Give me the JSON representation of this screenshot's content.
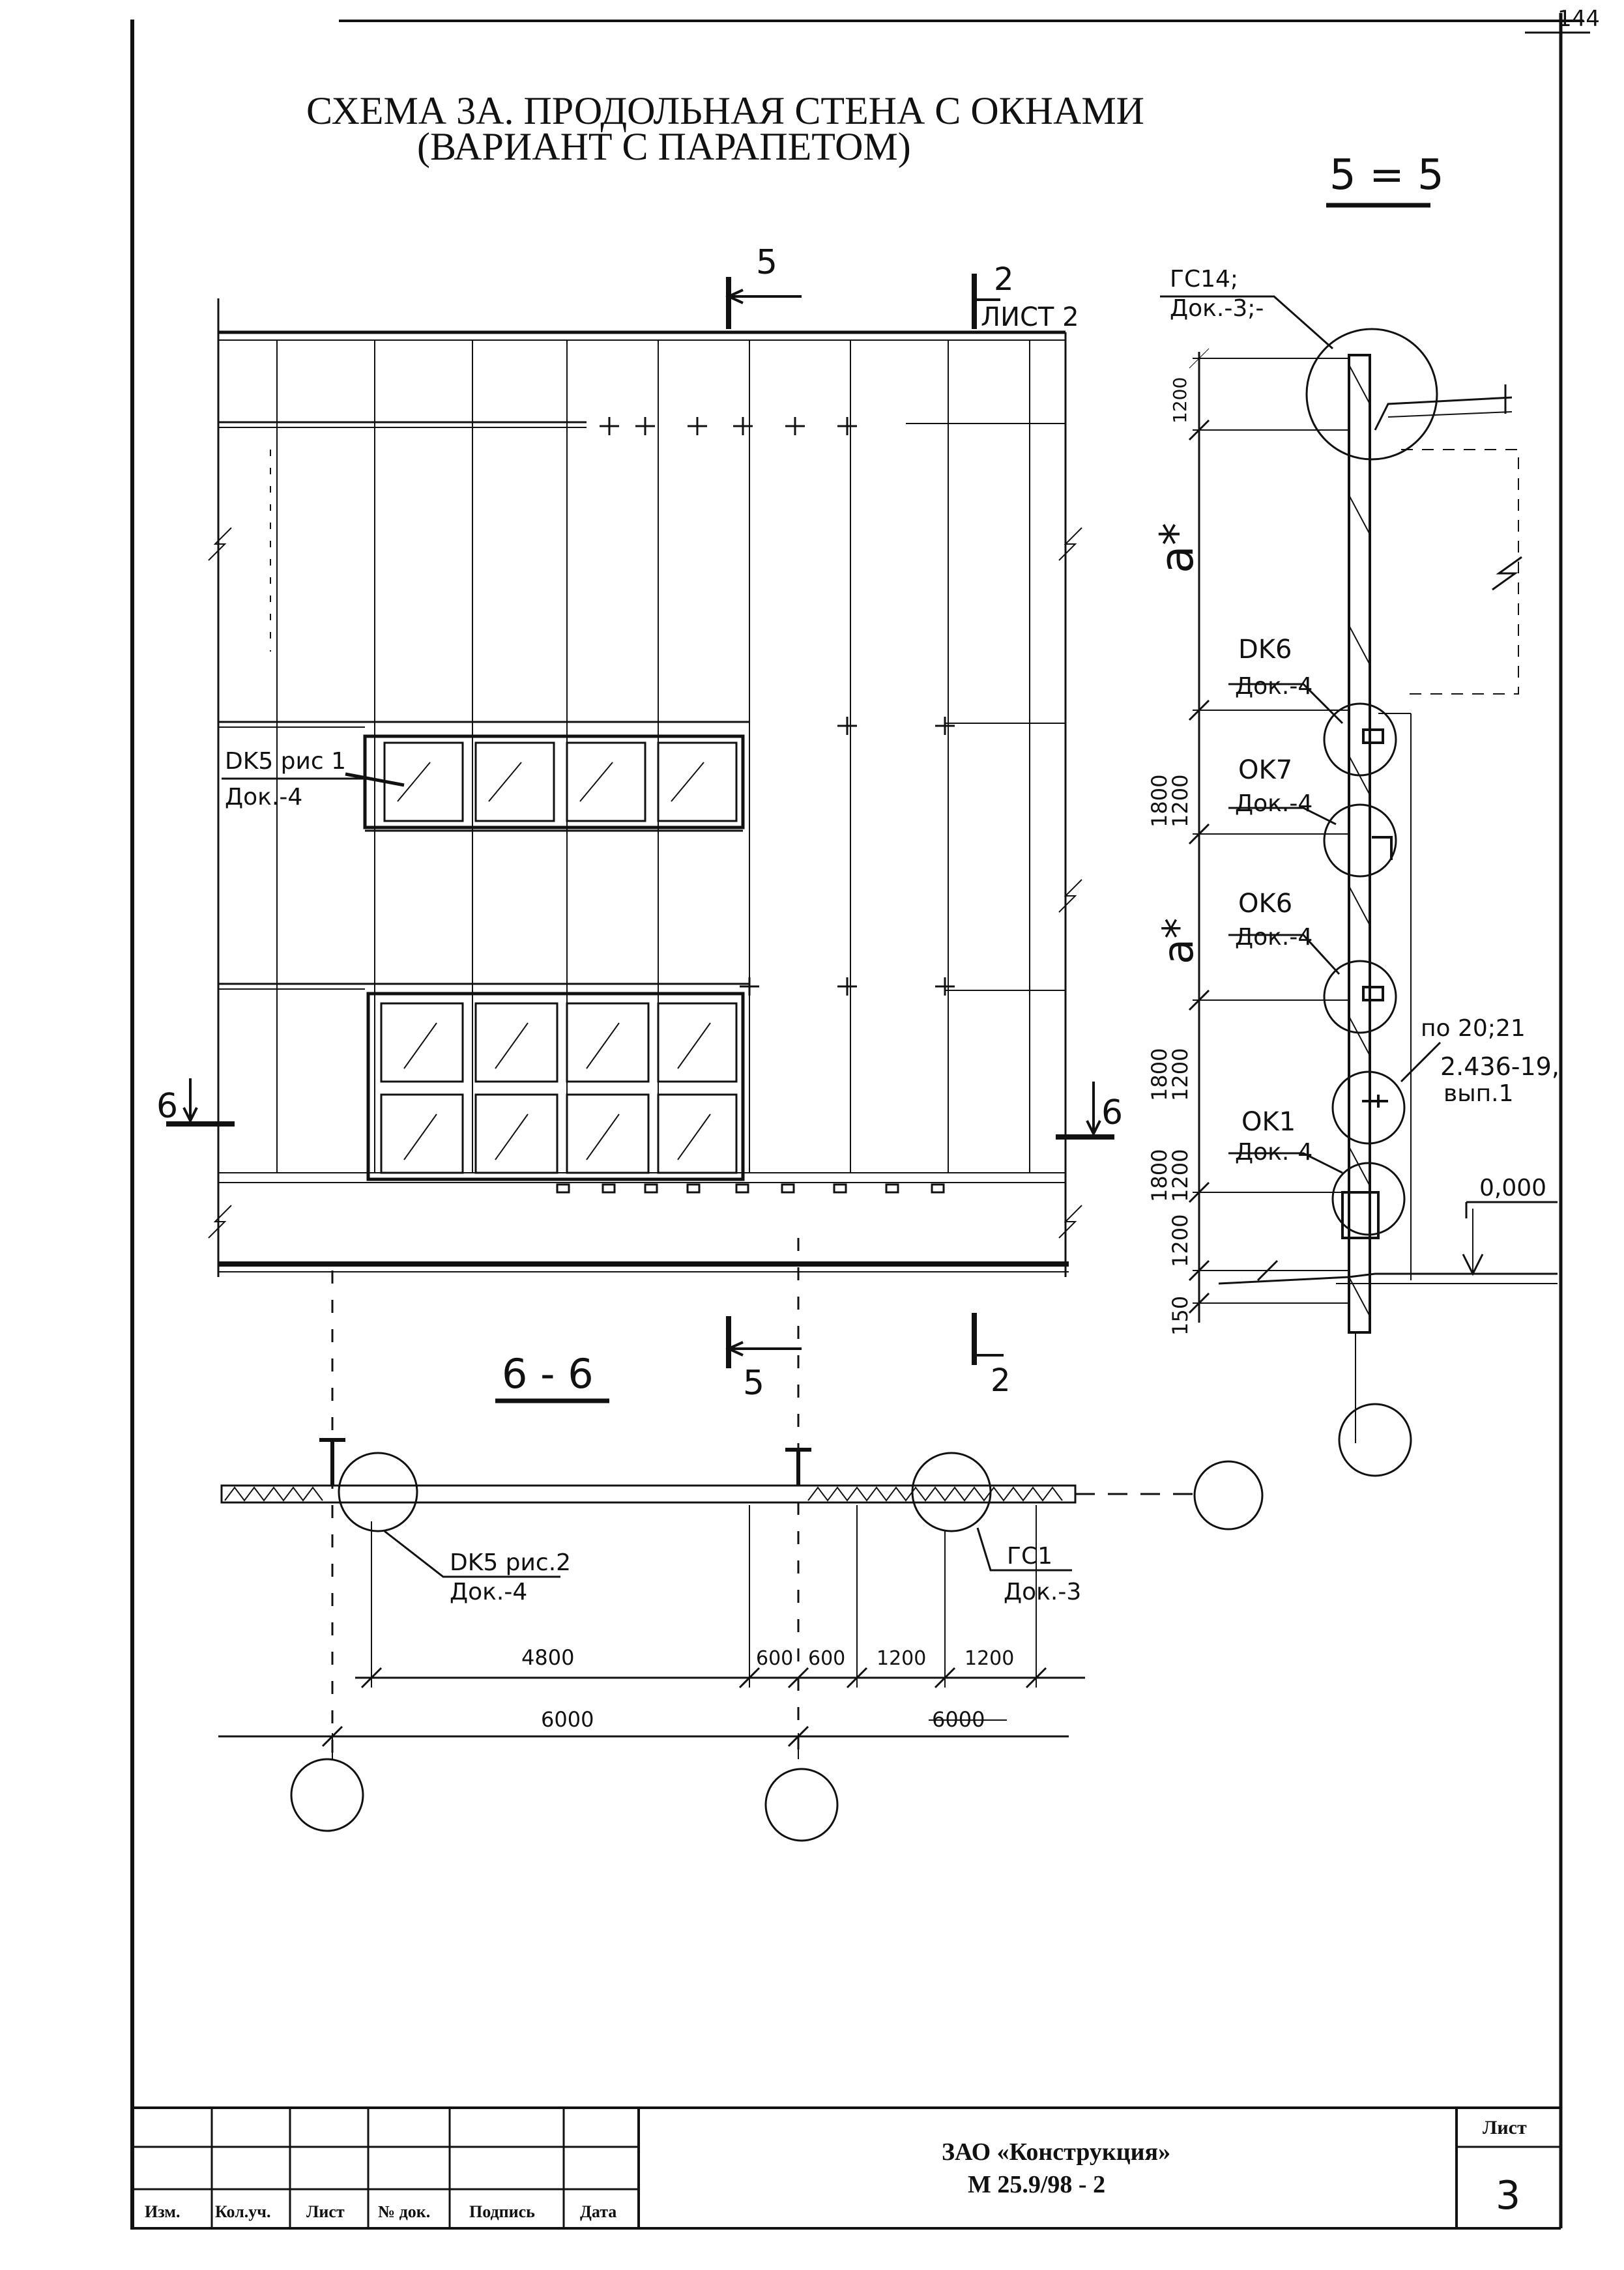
{
  "page_number_top": "144",
  "title_line1": "СХЕМА 3А. ПРОДОЛЬНАЯ СТЕНА С ОКНАМИ",
  "title_line2": "(ВАРИАНТ С ПАРАПЕТОМ)",
  "section_55_title": "5 = 5",
  "section_66_title": "6 - 6",
  "cut_marks": {
    "five": "5",
    "two": "2",
    "sheet2": "ЛИСТ 2",
    "six": "6"
  },
  "callouts": {
    "dk5_fig1_l1": "DK5 рис 1",
    "dk5_fig1_l2": "Док.-4",
    "gc14_l1": "ГС14;",
    "gc14_l2": "Док.-3;-",
    "dk6a_l1": "DK6",
    "dk6a_l2": "Док.-4",
    "ok7_l1": "OK7",
    "ok7_l2": "Док.-4",
    "ok6_l1": "OK6",
    "ok6_l2": "Док.-4",
    "po_l1": "по 20;21",
    "po_l2": "2.436-19,",
    "po_l3": "вып.1",
    "ok1_l1": "OK1",
    "ok1_l2": "Док.-4",
    "elev_0": "0,000",
    "dk5_fig2_l1": "DK5 рис.2",
    "dk5_fig2_l2": "Док.-4",
    "gc1_l1": "ГС1",
    "gc1_l2": "Док.-3"
  },
  "vertical_dims": {
    "a_star": "a*",
    "d1200_top": "1200",
    "d1800a": "1800",
    "d1200a": "1200",
    "d1800b": "1800",
    "d1200b": "1200",
    "d1800c": "1800",
    "d1200c": "1200",
    "d1200d": "1200",
    "d150": "150"
  },
  "plan_dims": {
    "d4800": "4800",
    "d600a": "600",
    "d600b": "600",
    "d1200a": "1200",
    "d1200b": "1200",
    "d6000a": "6000",
    "d6000b": "6000"
  },
  "stamp": {
    "col_izm": "Изм.",
    "col_kol": "Кол.уч.",
    "col_list": "Лист",
    "col_ndok": "№ док.",
    "col_podpis": "Подпись",
    "col_data": "Дата",
    "company": "ЗАО «Конструкция»",
    "doc_code": "М 25.9/98 - 2",
    "sheet_label": "Лист",
    "sheet_number": "3"
  }
}
